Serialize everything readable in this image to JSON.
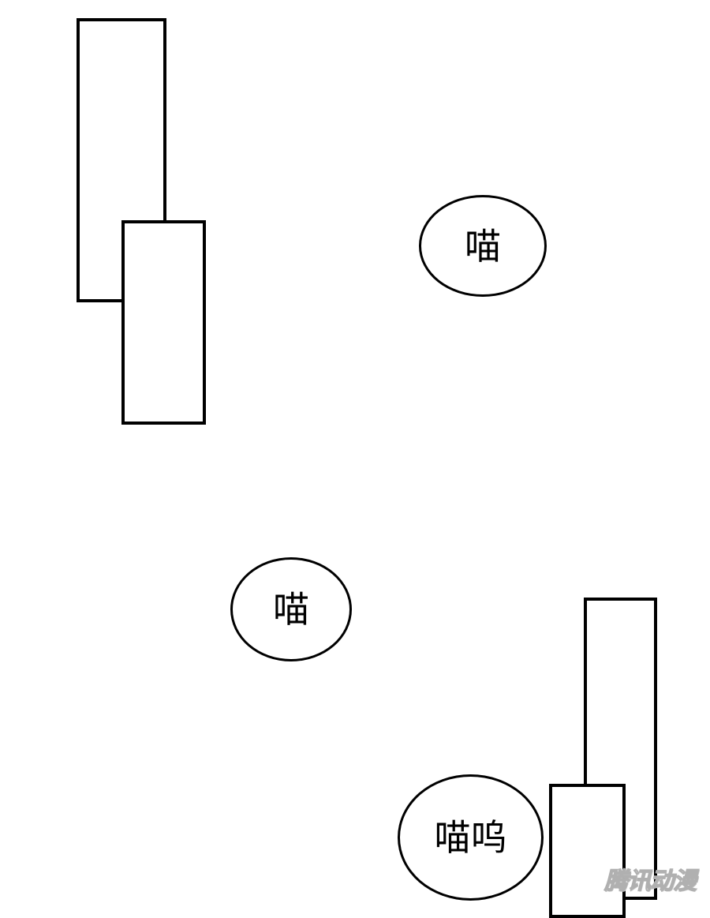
{
  "bubbles": [
    {
      "text": "喵"
    },
    {
      "text": "喵"
    },
    {
      "text": "喵呜"
    }
  ],
  "watermark": {
    "text": "腾讯动漫"
  }
}
